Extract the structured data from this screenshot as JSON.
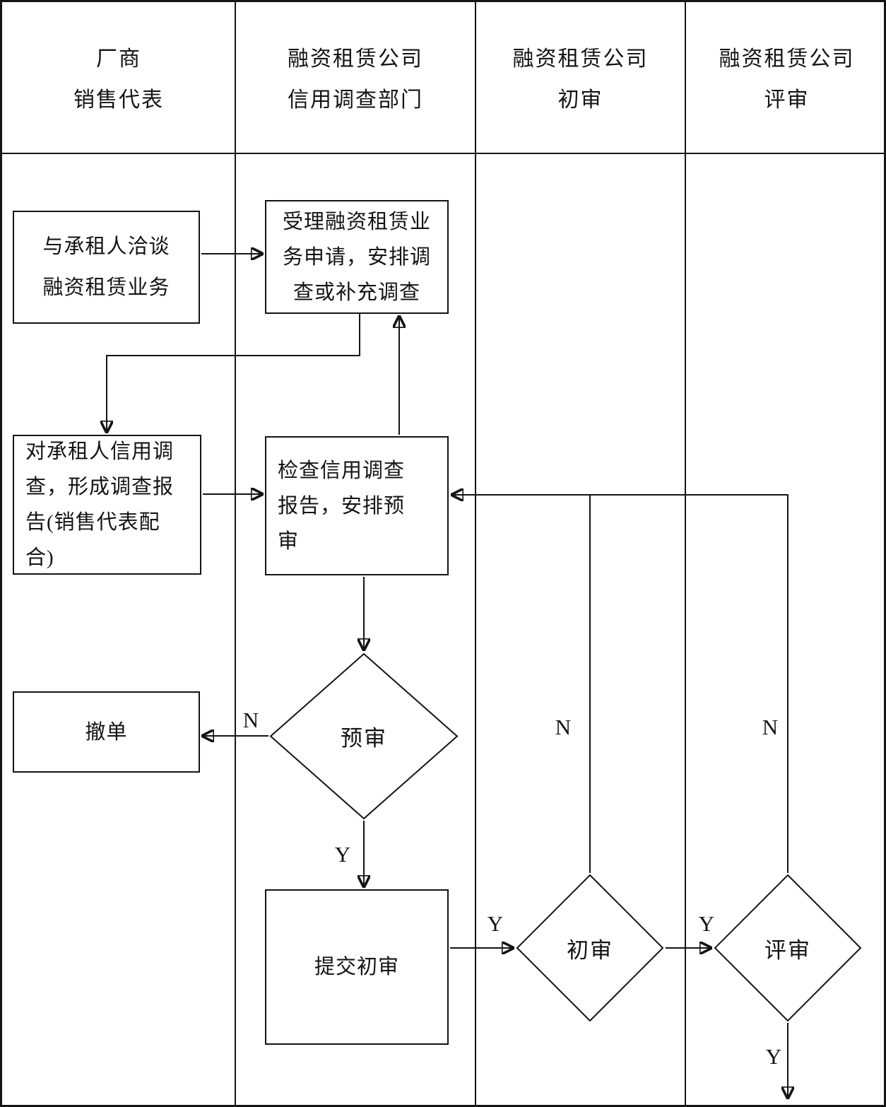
{
  "lanes": [
    {
      "line1": "厂商",
      "line2": "销售代表"
    },
    {
      "line1": "融资租赁公司",
      "line2": "信用调查部门"
    },
    {
      "line1": "融资租赁公司",
      "line2": "初审"
    },
    {
      "line1": "融资租赁公司",
      "line2": "评审"
    }
  ],
  "nodes": {
    "negotiate": {
      "type": "process",
      "lines": [
        "与承租人洽谈",
        "融资租赁业务"
      ]
    },
    "accept": {
      "type": "process",
      "lines": [
        "受理融资租赁业",
        "务申请，安排调",
        "查或补充调查"
      ]
    },
    "investigate": {
      "type": "process",
      "lines": [
        "对承租人信用调",
        "查，形成调查报",
        "告(销售代表配",
        "合)"
      ]
    },
    "check": {
      "type": "process",
      "lines": [
        "检查信用调查",
        "报告，安排预",
        "审"
      ]
    },
    "cancel": {
      "type": "process",
      "lines": [
        "撤单"
      ]
    },
    "preview": {
      "type": "decision",
      "lines": [
        "预审"
      ]
    },
    "submit": {
      "type": "process",
      "lines": [
        "提交初审"
      ]
    },
    "first_review": {
      "type": "decision",
      "lines": [
        "初审"
      ]
    },
    "evaluation": {
      "type": "decision",
      "lines": [
        "评审"
      ]
    }
  },
  "branch": {
    "yes": "Y",
    "no": "N"
  },
  "edges": [
    {
      "from": "negotiate",
      "to": "accept",
      "label": ""
    },
    {
      "from": "accept",
      "to": "investigate",
      "label": ""
    },
    {
      "from": "investigate",
      "to": "check",
      "label": ""
    },
    {
      "from": "check",
      "to": "accept",
      "label": ""
    },
    {
      "from": "check",
      "to": "preview",
      "label": ""
    },
    {
      "from": "preview",
      "to": "cancel",
      "label": "N"
    },
    {
      "from": "preview",
      "to": "submit",
      "label": "Y"
    },
    {
      "from": "submit",
      "to": "first_review",
      "label": "Y"
    },
    {
      "from": "first_review",
      "to": "evaluation",
      "label": "Y"
    },
    {
      "from": "first_review",
      "to": "check",
      "label": "N"
    },
    {
      "from": "evaluation",
      "to": "check",
      "label": "N"
    },
    {
      "from": "evaluation",
      "to": "next",
      "label": "Y"
    }
  ],
  "colors": {
    "ink": "#141414",
    "background": "#ffffff"
  }
}
